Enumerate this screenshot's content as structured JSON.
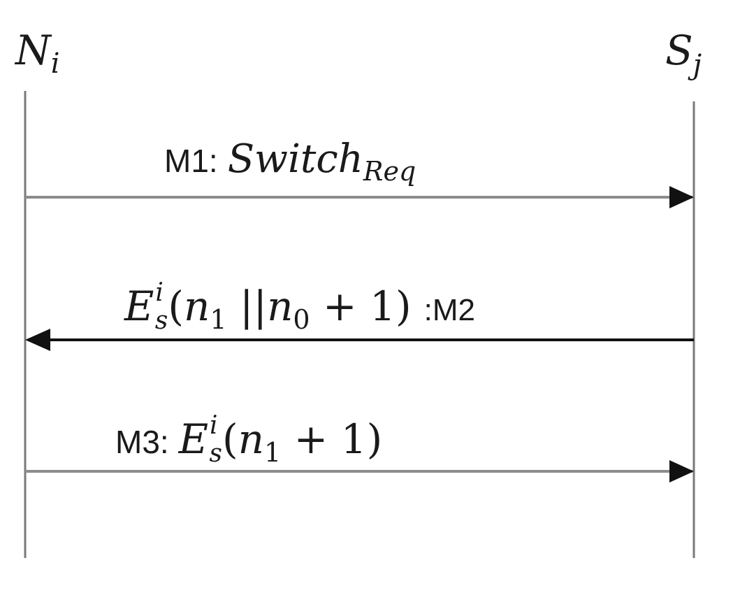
{
  "participants": {
    "left": {
      "base": "N",
      "sub": "i"
    },
    "right": {
      "base": "S",
      "sub": "j"
    }
  },
  "messages": [
    {
      "tag": "M1:",
      "direction": "left-to-right",
      "content": {
        "base": "Switch",
        "sub": "Req"
      }
    },
    {
      "tag": ":M2",
      "direction": "right-to-left",
      "content": {
        "base": "E",
        "sup": "i",
        "sub": "s",
        "open": "(",
        "var1": "n",
        "sub1": "1",
        "concat": " ||",
        "var2": "n",
        "sub2": "0",
        "plus": " + 1)"
      }
    },
    {
      "tag": "M3:",
      "direction": "left-to-right",
      "content": {
        "base": "E",
        "sup": "i",
        "sub": "s",
        "open": "(",
        "var1": "n",
        "sub1": "1",
        "plus": " + 1)"
      }
    }
  ],
  "colors": {
    "lifeline": "#7a7a7a",
    "arrow_grey": "#8c8c8c",
    "arrow_black": "#111111",
    "text": "#1a1a1a"
  }
}
